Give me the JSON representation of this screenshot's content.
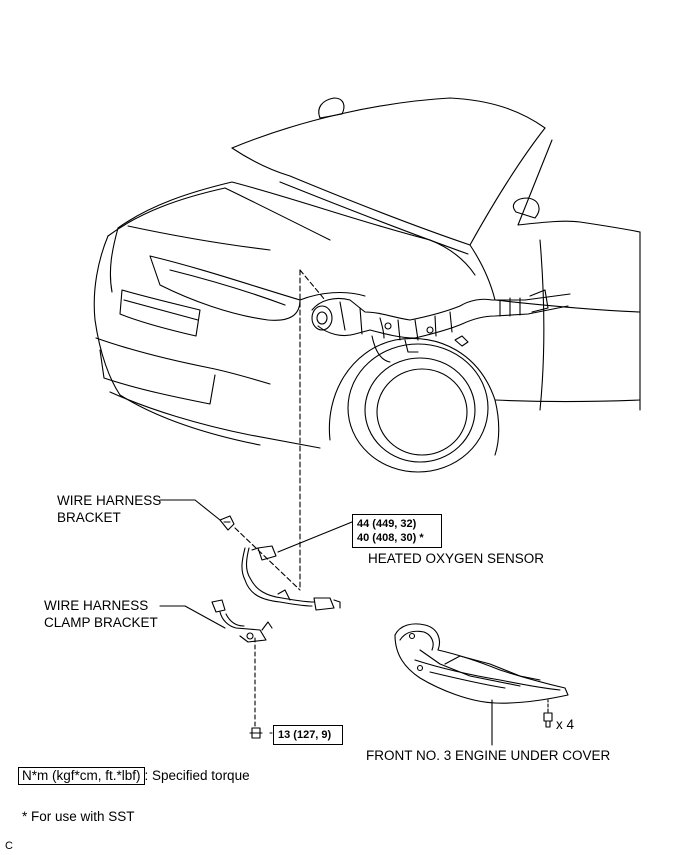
{
  "labels": {
    "wire_harness_bracket_1": "WIRE HARNESS",
    "wire_harness_bracket_2": "BRACKET",
    "wire_harness_clamp_1": "WIRE HARNESS",
    "wire_harness_clamp_2": "CLAMP BRACKET",
    "heated_oxygen_sensor": "HEATED OXYGEN SENSOR",
    "front_under_cover": "FRONT NO. 3 ENGINE UNDER COVER",
    "bolt_count": "x 4"
  },
  "torques": {
    "sensor_line1": "44 (449, 32)",
    "sensor_line2": "40 (408, 30)",
    "sensor_line2_mark": "*",
    "bracket_bolt": "13 (127, 9)"
  },
  "legend": {
    "unit": "N*m (kgf*cm, ft.*lbf)",
    "unit_desc": ": Specified torque",
    "footnote": "* For use with SST"
  },
  "corner_mark": "C"
}
